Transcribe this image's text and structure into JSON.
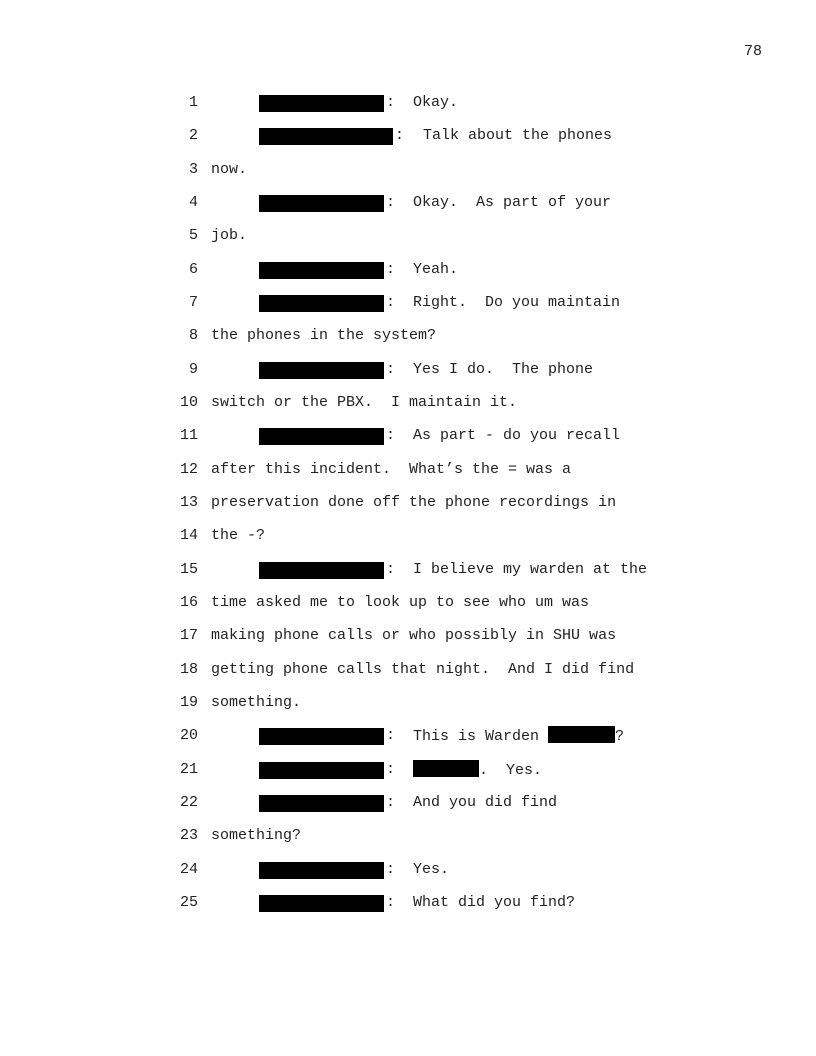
{
  "page_number": "78",
  "lines": [
    {
      "n": "1",
      "speaker": true,
      "text": "Okay."
    },
    {
      "n": "2",
      "speaker": true,
      "wide": true,
      "text": "Talk about the phones"
    },
    {
      "n": "3",
      "text": "now."
    },
    {
      "n": "4",
      "speaker": true,
      "text": "Okay.  As part of your"
    },
    {
      "n": "5",
      "text": "job."
    },
    {
      "n": "6",
      "speaker": true,
      "text": "Yeah."
    },
    {
      "n": "7",
      "speaker": true,
      "text": "Right.  Do you maintain"
    },
    {
      "n": "8",
      "text": "the phones in the system?"
    },
    {
      "n": "9",
      "speaker": true,
      "text": "Yes I do.  The phone"
    },
    {
      "n": "10",
      "text": "switch or the PBX.  I maintain it."
    },
    {
      "n": "11",
      "speaker": true,
      "text": "As part - do you recall"
    },
    {
      "n": "12",
      "text": "after this incident.  What’s the = was a"
    },
    {
      "n": "13",
      "text": "preservation done off the phone recordings in"
    },
    {
      "n": "14",
      "text": "the -?"
    },
    {
      "n": "15",
      "speaker": true,
      "text": "I believe my warden at the"
    },
    {
      "n": "16",
      "text": "time asked me to look up to see who um was"
    },
    {
      "n": "17",
      "text": "making phone calls or who possibly in SHU was"
    },
    {
      "n": "18",
      "text": "getting phone calls that night.  And I did find"
    },
    {
      "n": "19",
      "text": "something."
    },
    {
      "n": "20",
      "speaker": true,
      "text": "This is Warden ",
      "after_redaction": "?"
    },
    {
      "n": "21",
      "speaker": true,
      "text": "",
      "after_redaction": ".  Yes."
    },
    {
      "n": "22",
      "speaker": true,
      "text": "And you did find"
    },
    {
      "n": "23",
      "text": "something?"
    },
    {
      "n": "24",
      "speaker": true,
      "text": "Yes."
    },
    {
      "n": "25",
      "speaker": true,
      "text": "What did you find?"
    }
  ],
  "colon": ":"
}
